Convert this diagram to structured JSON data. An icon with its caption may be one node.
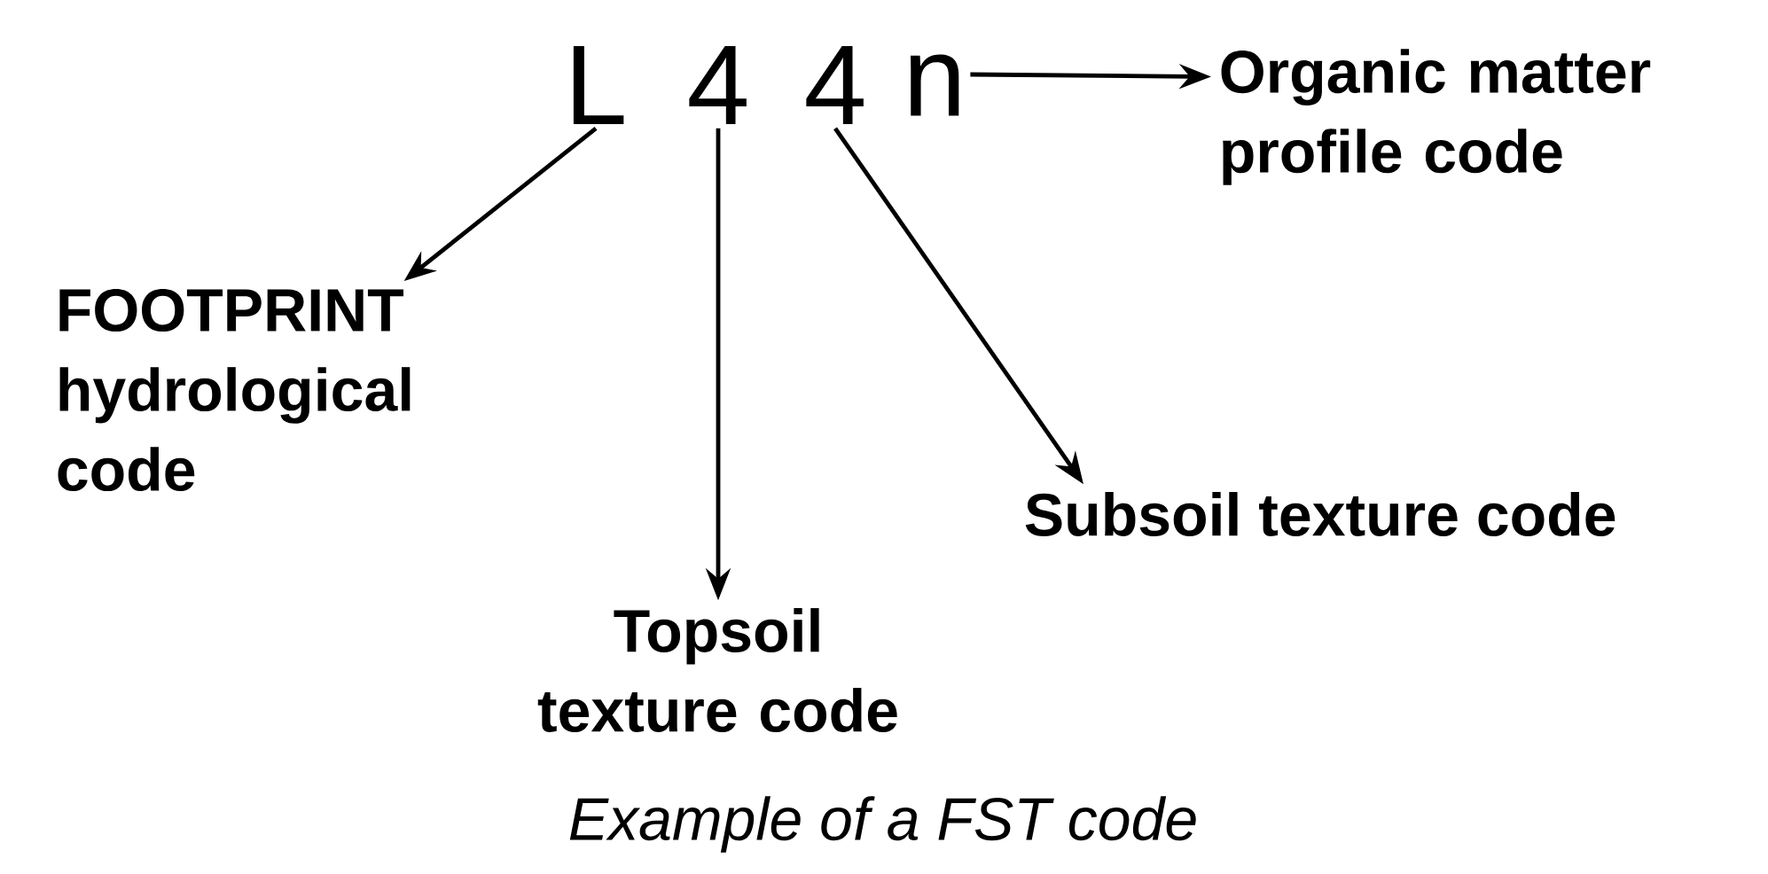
{
  "diagram": {
    "caption": "Example of a FST code",
    "nodes": [
      {
        "text": [
          "L"
        ]
      },
      {
        "text": [
          "4"
        ]
      },
      {
        "text": [
          "4"
        ]
      },
      {
        "text": [
          "n"
        ]
      },
      {
        "text": [
          "Organic matter profile code"
        ]
      },
      {
        "text": [
          "FOOTPRINT hydrological code"
        ]
      },
      {
        "text": [
          "Topsoil texture code"
        ]
      },
      {
        "text": [
          "Subsoil texture code"
        ]
      }
    ],
    "edges": [
      {
        "from": 3,
        "to": 4,
        "arrow": "to"
      },
      {
        "from": 0,
        "to": 5,
        "arrow": "to"
      },
      {
        "from": 1,
        "to": 6,
        "arrow": "to"
      },
      {
        "from": 2,
        "to": 7,
        "arrow": "to"
      }
    ]
  }
}
